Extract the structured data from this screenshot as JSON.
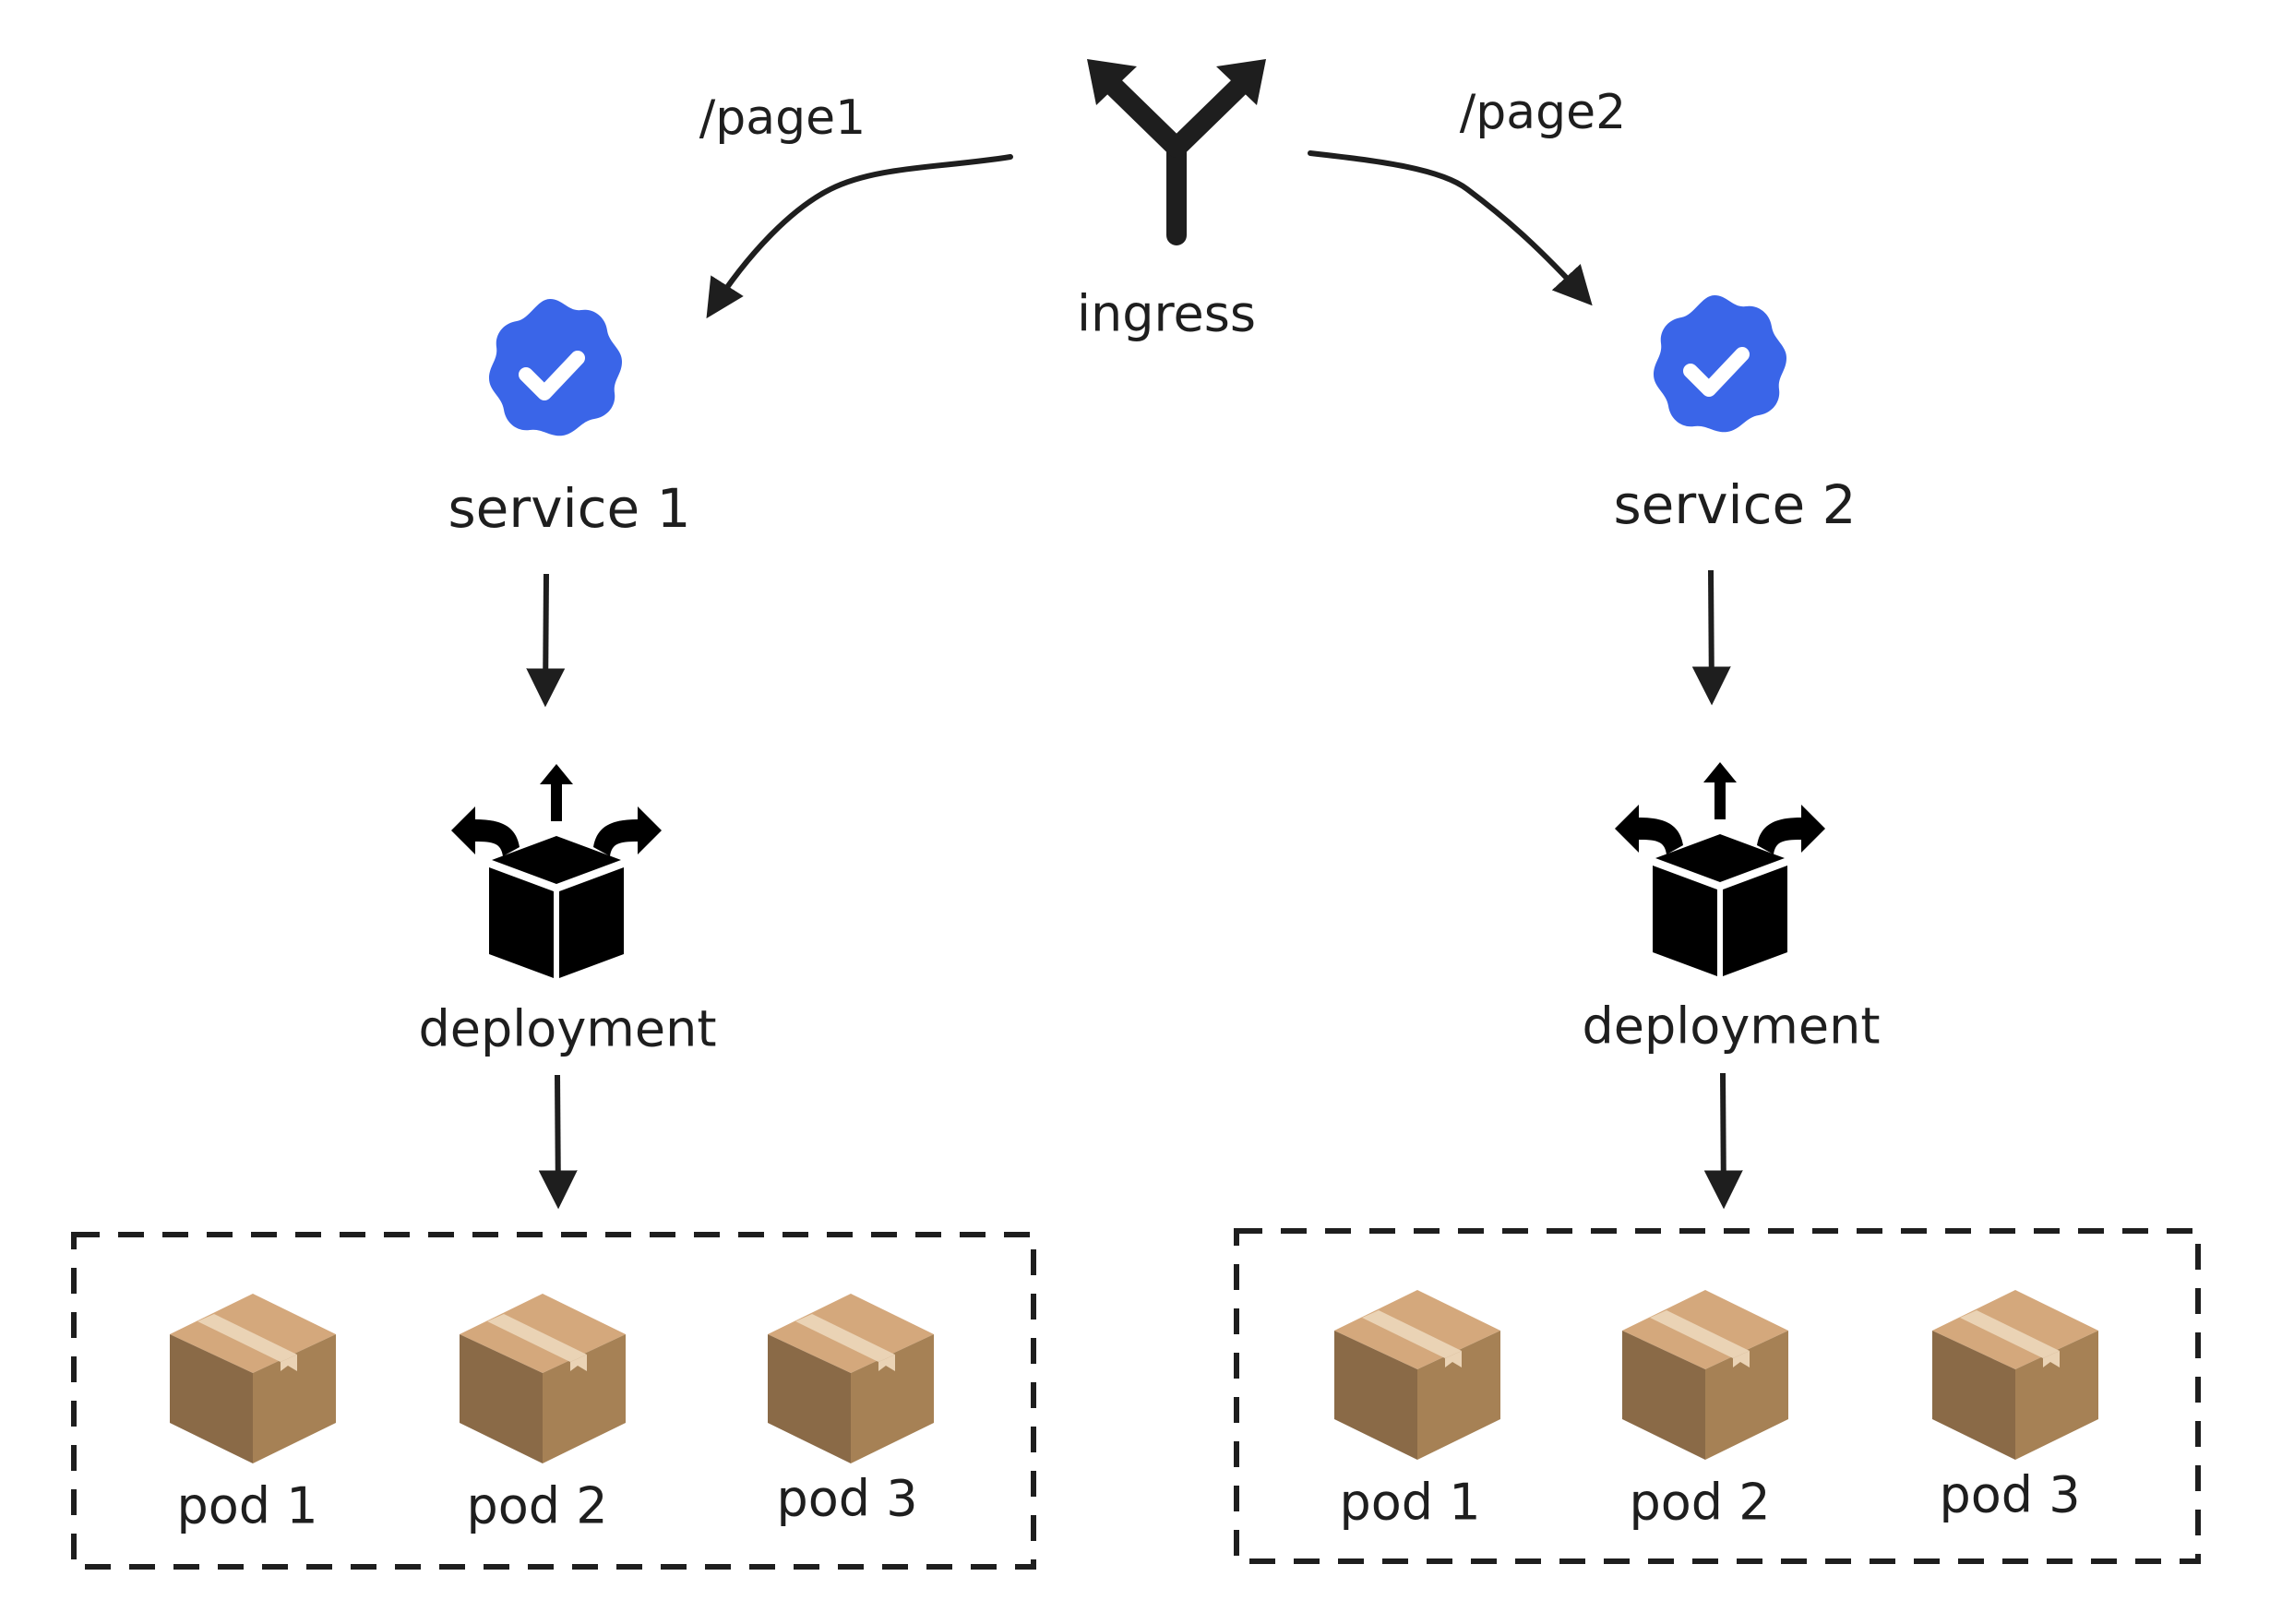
{
  "colors": {
    "ink": "#1e1e1e",
    "badge": "#3a65e8",
    "box_top": "#d4a87c",
    "box_left": "#8a6a47",
    "box_right": "#a68155",
    "tape": "#ead3b5"
  },
  "icons": {
    "ingress": "split-arrow-icon",
    "service": "verified-badge-icon",
    "deployment": "box-distribute-icon",
    "pod": "cardboard-box-icon"
  },
  "ingress": {
    "label": "ingress"
  },
  "routes": [
    {
      "path": "/page1"
    },
    {
      "path": "/page2"
    }
  ],
  "branches": [
    {
      "service": "service 1",
      "deployment": "deployment",
      "pods": [
        "pod 1",
        "pod 2",
        "pod 3"
      ]
    },
    {
      "service": "service 2",
      "deployment": "deployment",
      "pods": [
        "pod 1",
        "pod 2",
        "pod 3"
      ]
    }
  ]
}
